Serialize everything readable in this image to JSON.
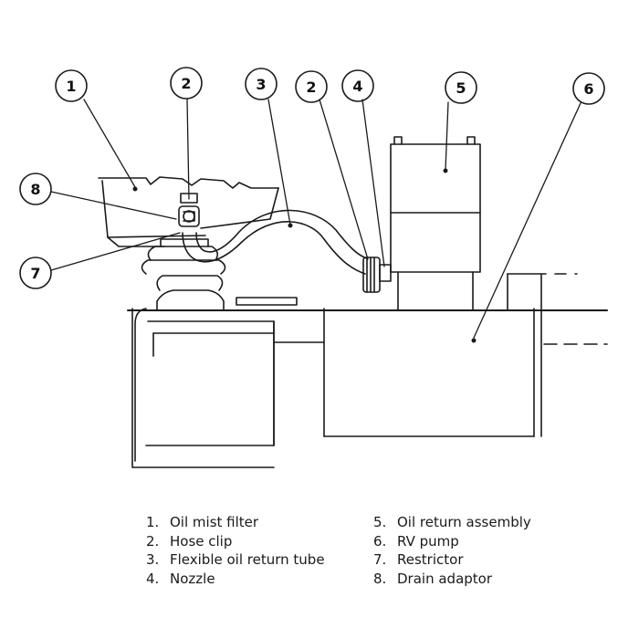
{
  "callouts": [
    {
      "id": "c1",
      "number": "1"
    },
    {
      "id": "c2a",
      "number": "2"
    },
    {
      "id": "c3",
      "number": "3"
    },
    {
      "id": "c2b",
      "number": "2"
    },
    {
      "id": "c4",
      "number": "4"
    },
    {
      "id": "c5",
      "number": "5"
    },
    {
      "id": "c6",
      "number": "6"
    },
    {
      "id": "c8",
      "number": "8"
    },
    {
      "id": "c7",
      "number": "7"
    }
  ],
  "legend": {
    "left": [
      {
        "number": "1.",
        "label": "Oil mist filter"
      },
      {
        "number": "2.",
        "label": "Hose clip"
      },
      {
        "number": "3.",
        "label": "Flexible oil return tube"
      },
      {
        "number": "4.",
        "label": "Nozzle"
      }
    ],
    "right": [
      {
        "number": "5.",
        "label": "Oil return assembly"
      },
      {
        "number": "6.",
        "label": "RV pump"
      },
      {
        "number": "7.",
        "label": "Restrictor"
      },
      {
        "number": "8.",
        "label": "Drain adaptor"
      }
    ]
  }
}
